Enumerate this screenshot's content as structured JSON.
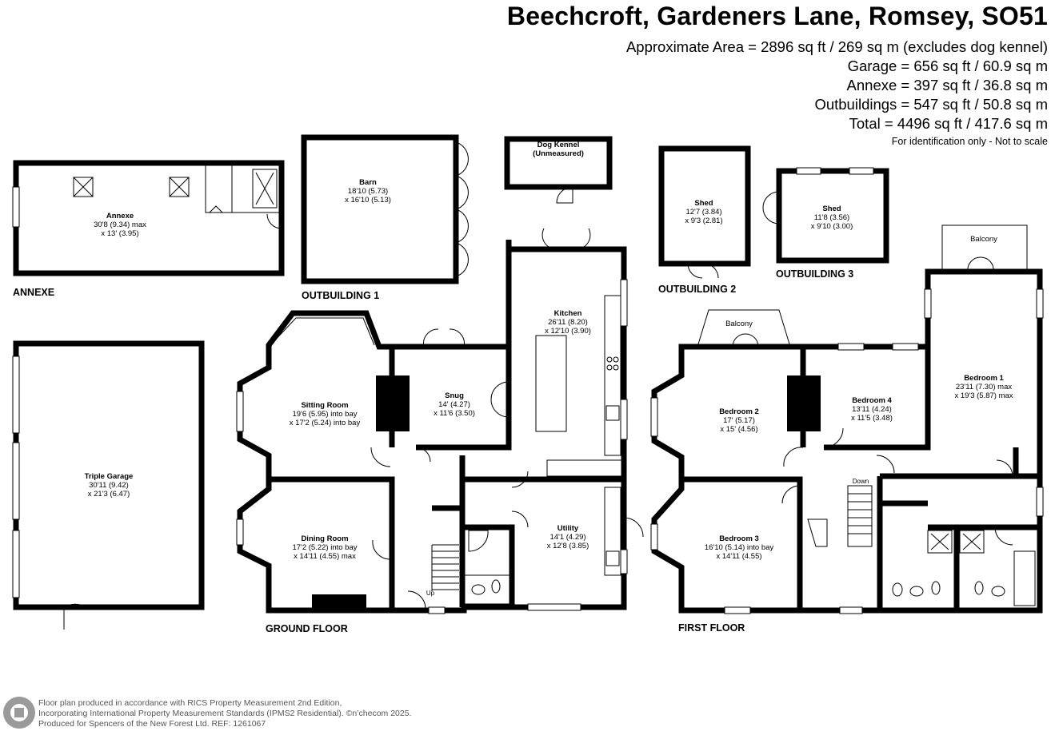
{
  "header": {
    "title": "Beechcroft, Gardeners Lane, Romsey, SO51",
    "areas": [
      "Approximate Area = 2896 sq ft / 269 sq m (excludes dog kennel)",
      "Garage = 656 sq ft / 60.9 sq m",
      "Annexe = 397 sq ft / 36.8 sq m",
      "Outbuildings = 547 sq ft / 50.8 sq m",
      "Total = 4496 sq ft / 417.6 sq m"
    ],
    "note": "For identification only - Not to scale"
  },
  "sections": {
    "annexe": "ANNEXE",
    "outbuilding1": "OUTBUILDING 1",
    "outbuilding2": "OUTBUILDING 2",
    "outbuilding3": "OUTBUILDING 3",
    "ground_floor": "GROUND FLOOR",
    "first_floor": "FIRST FLOOR"
  },
  "rooms": {
    "annexe": [
      "Annexe",
      "30'8 (9.34) max",
      "x 13' (3.95)"
    ],
    "barn": [
      "Barn",
      "18'10 (5.73)",
      "x 16'10 (5.13)"
    ],
    "kennel": [
      "Dog Kennel",
      "(Unmeasured)"
    ],
    "shed1": [
      "Shed",
      "12'7 (3.84)",
      "x 9'3 (2.81)"
    ],
    "shed2": [
      "Shed",
      "11'8 (3.56)",
      "x 9'10 (3.00)"
    ],
    "garage": [
      "Triple Garage",
      "30'11 (9.42)",
      "x 21'3 (6.47)"
    ],
    "sitting": [
      "Sitting Room",
      "19'6 (5.95) into bay",
      "x 17'2 (5.24) into bay"
    ],
    "snug": [
      "Snug",
      "14' (4.27)",
      "x 11'6 (3.50)"
    ],
    "kitchen": [
      "Kitchen",
      "26'11 (8.20)",
      "x 12'10 (3.90)"
    ],
    "dining": [
      "Dining Room",
      "17'2 (5.22) into bay",
      "x 14'11 (4.55) max"
    ],
    "utility": [
      "Utility",
      "14'1 (4.29)",
      "x 12'8 (3.85)"
    ],
    "bed2": [
      "Bedroom 2",
      "17' (5.17)",
      "x 15' (4.56)"
    ],
    "bed4": [
      "Bedroom 4",
      "13'11 (4.24)",
      "x 11'5 (3.48)"
    ],
    "bed1": [
      "Bedroom 1",
      "23'11 (7.30) max",
      "x 19'3 (5.87) max"
    ],
    "bed3": [
      "Bedroom 3",
      "16'10 (5.14) into bay",
      "x 14'11 (4.55)"
    ]
  },
  "labels": {
    "balcony_left": "Balcony",
    "balcony_right": "Balcony",
    "up": "Up",
    "down": "Down"
  },
  "footer": [
    "Floor plan produced in accordance with RICS Property Measurement 2nd Edition,",
    "Incorporating International Property Measurement Standards (IPMS2 Residential).  ©n’checom 2025.",
    "Produced for Spencers of the New Forest Ltd.   REF:  1261067"
  ],
  "colors": {
    "wall": "#000000",
    "window": "#ffffff",
    "footer_text": "#555555"
  }
}
